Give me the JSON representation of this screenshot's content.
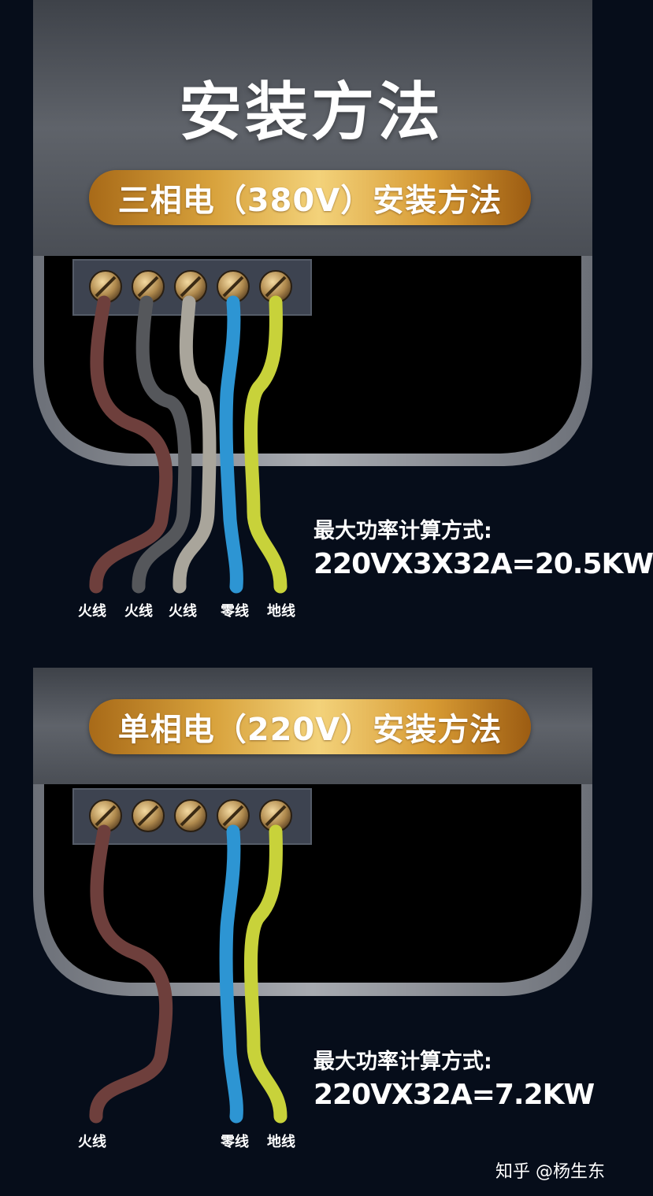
{
  "title": "安装方法",
  "sections": [
    {
      "heading": "三相电（380V）安装方法",
      "formula_label": "最大功率计算方式:",
      "formula_value": "220VX3X32A=20.5KW",
      "wire_labels": [
        "火线",
        "火线",
        "火线",
        "零线",
        "地线"
      ]
    },
    {
      "heading": "单相电（220V）安装方法",
      "formula_label": "最大功率计算方式:",
      "formula_value": "220VX32A=7.2KW",
      "wire_labels": [
        "火线",
        "零线",
        "地线"
      ]
    }
  ],
  "watermark": "知乎 @杨生东",
  "colors": {
    "background": "#060d1a",
    "live_brown": "#6e3f3c",
    "live_gray": "#55575b",
    "live_light": "#a9a59b",
    "neutral_blue": "#2d95d3",
    "earth_yellow_green": "#c8d23a",
    "gold": "#d8a23c"
  }
}
